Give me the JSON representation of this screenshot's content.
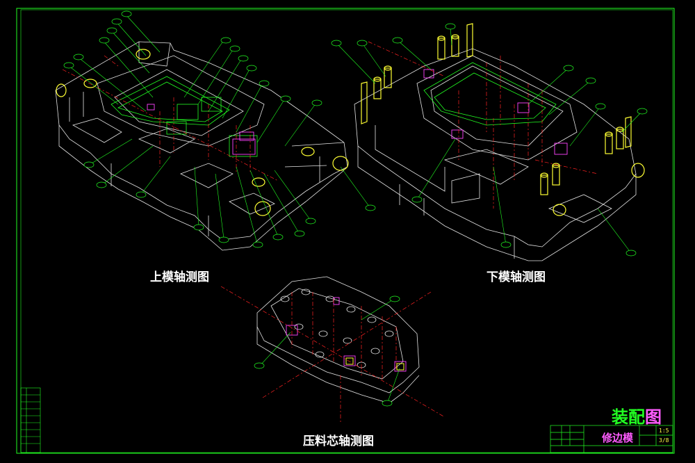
{
  "drawing": {
    "title": "装配图",
    "title_main": "装配",
    "title_suffix": "图",
    "part_name": "修边模",
    "scale": "1:5",
    "sheet": "3/8"
  },
  "views": [
    {
      "id": "upper",
      "label": "上模轴测图"
    },
    {
      "id": "lower",
      "label": "下模轴测图"
    },
    {
      "id": "core",
      "label": "压料芯轴测图"
    }
  ],
  "colors": {
    "frame": "#22ff22",
    "outline": "#e6e6e6",
    "component": "#22ff22",
    "highlight": "#ffff33",
    "accent": "#ff44ff",
    "centerline": "#ff2222",
    "leader": "#22ff22"
  }
}
